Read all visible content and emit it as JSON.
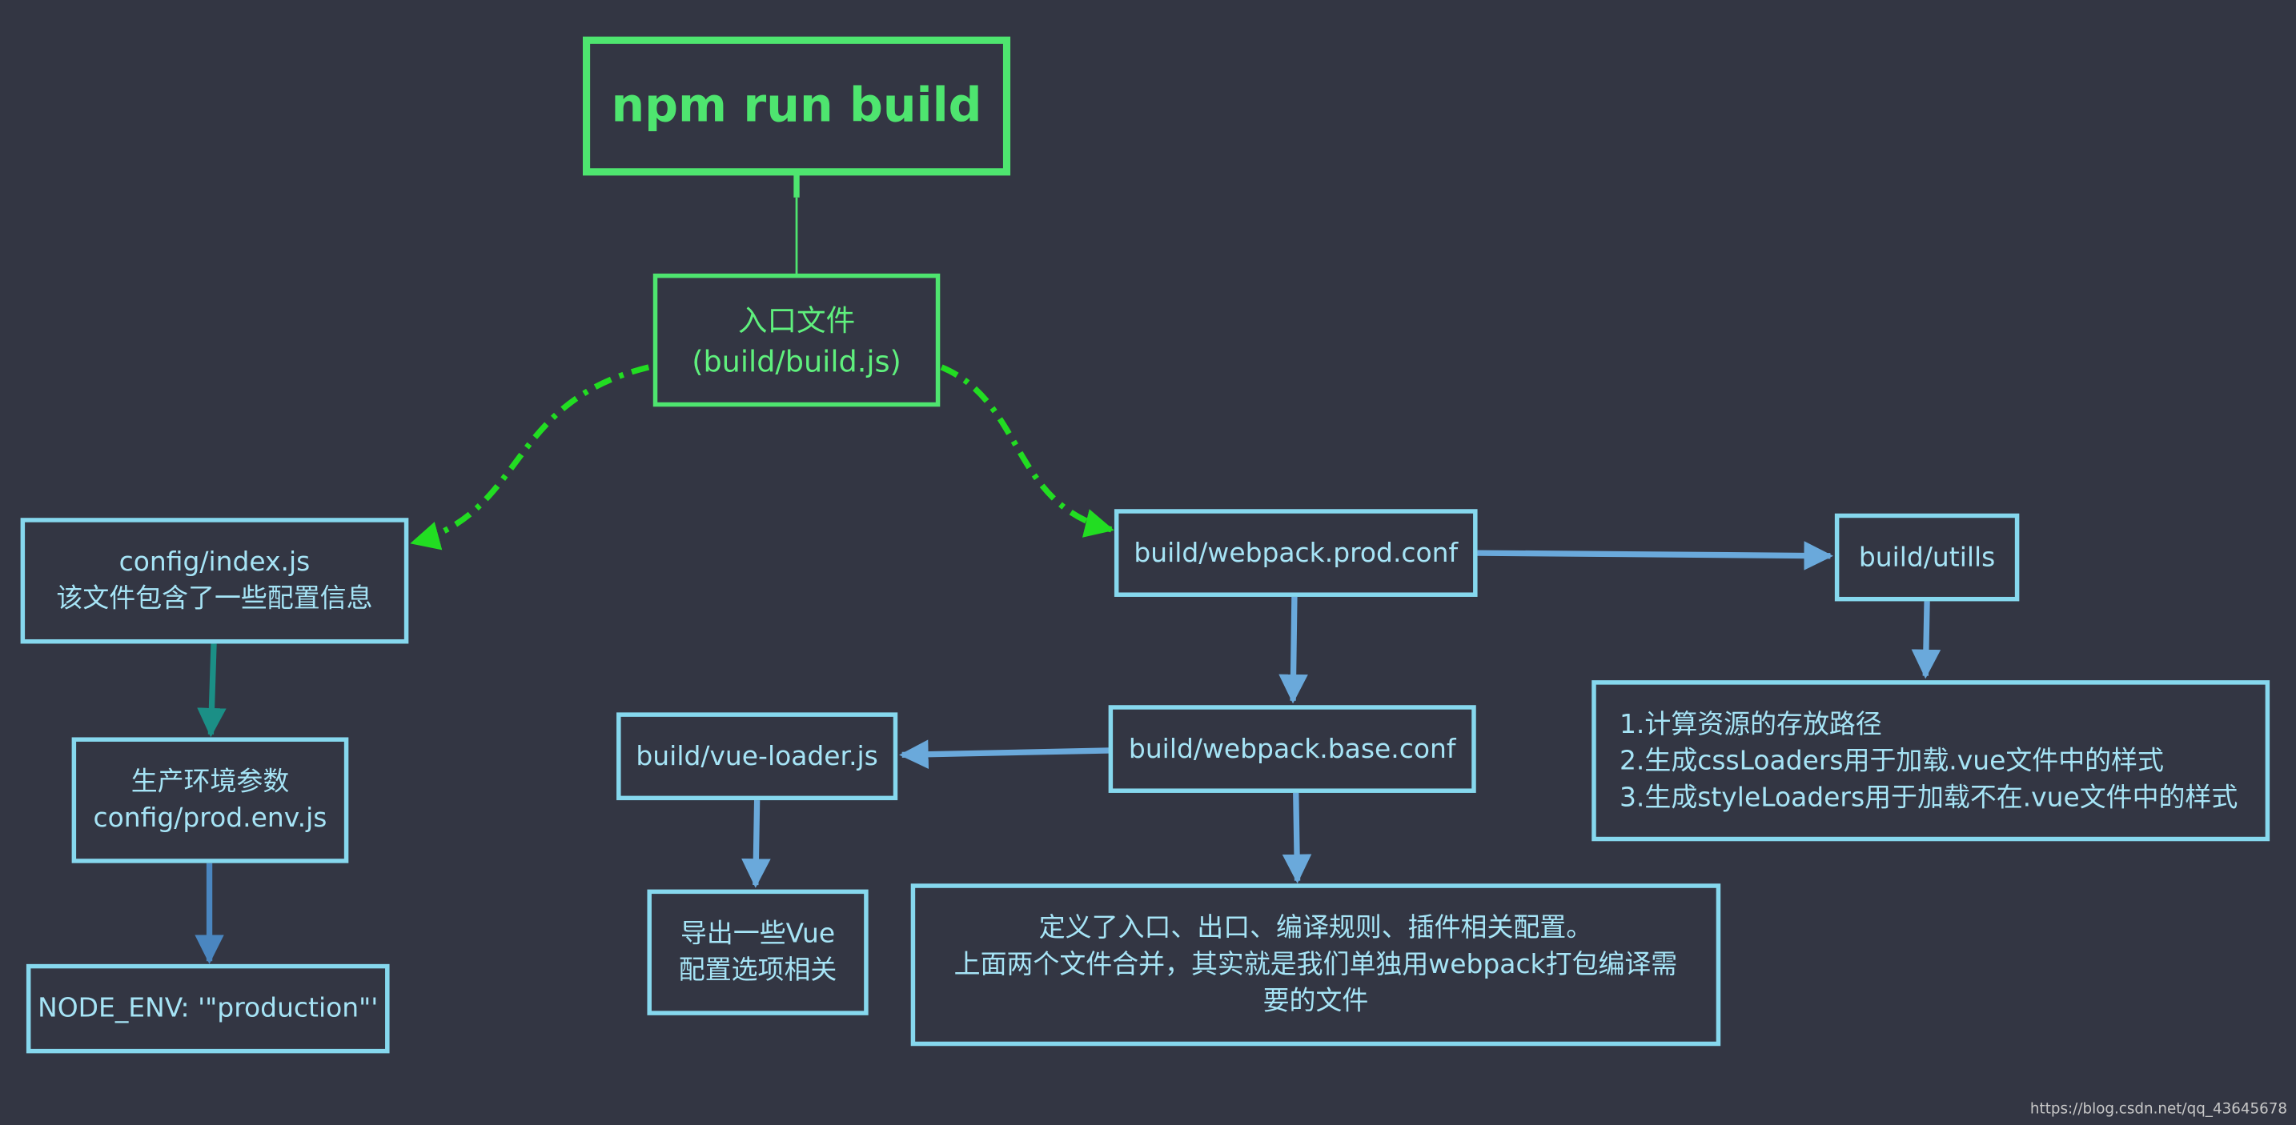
{
  "nodes": {
    "root": {
      "lines": [
        "npm run build"
      ]
    },
    "entry": {
      "lines": [
        "入口文件",
        "(build/build.js)"
      ]
    },
    "config_index": {
      "lines": [
        "config/index.js",
        "该文件包含了一些配置信息"
      ]
    },
    "prod_env": {
      "lines": [
        "生产环境参数",
        "config/prod.env.js"
      ]
    },
    "node_env": {
      "lines": [
        "NODE_ENV: '\"production\"'"
      ]
    },
    "webpack_prod": {
      "lines": [
        "build/webpack.prod.conf"
      ]
    },
    "utils": {
      "lines": [
        "build/utills"
      ]
    },
    "utils_desc": {
      "lines": [
        "1.计算资源的存放路径",
        "2.生成cssLoaders用于加载.vue文件中的样式",
        "3.生成styleLoaders用于加载不在.vue文件中的样式"
      ]
    },
    "webpack_base": {
      "lines": [
        "build/webpack.base.conf"
      ]
    },
    "vue_loader": {
      "lines": [
        "build/vue-loader.js"
      ]
    },
    "vue_export": {
      "lines": [
        "导出一些Vue",
        "配置选项相关"
      ]
    },
    "base_desc": {
      "lines": [
        "定义了入口、出口、编译规则、插件相关配置。",
        "上面两个文件合并，其实就是我们单独用webpack打包编译需",
        "要的文件"
      ]
    }
  },
  "colors": {
    "background": "#333643",
    "green": "#4ee56f",
    "dashed_green": "#22dd22",
    "blue_border": "#86d8ee",
    "arrow_blue": "#6aa9db",
    "arrow_teal": "#1b8f86",
    "arrow_steel": "#4a86c0"
  },
  "watermark": "https://blog.csdn.net/qq_43645678"
}
